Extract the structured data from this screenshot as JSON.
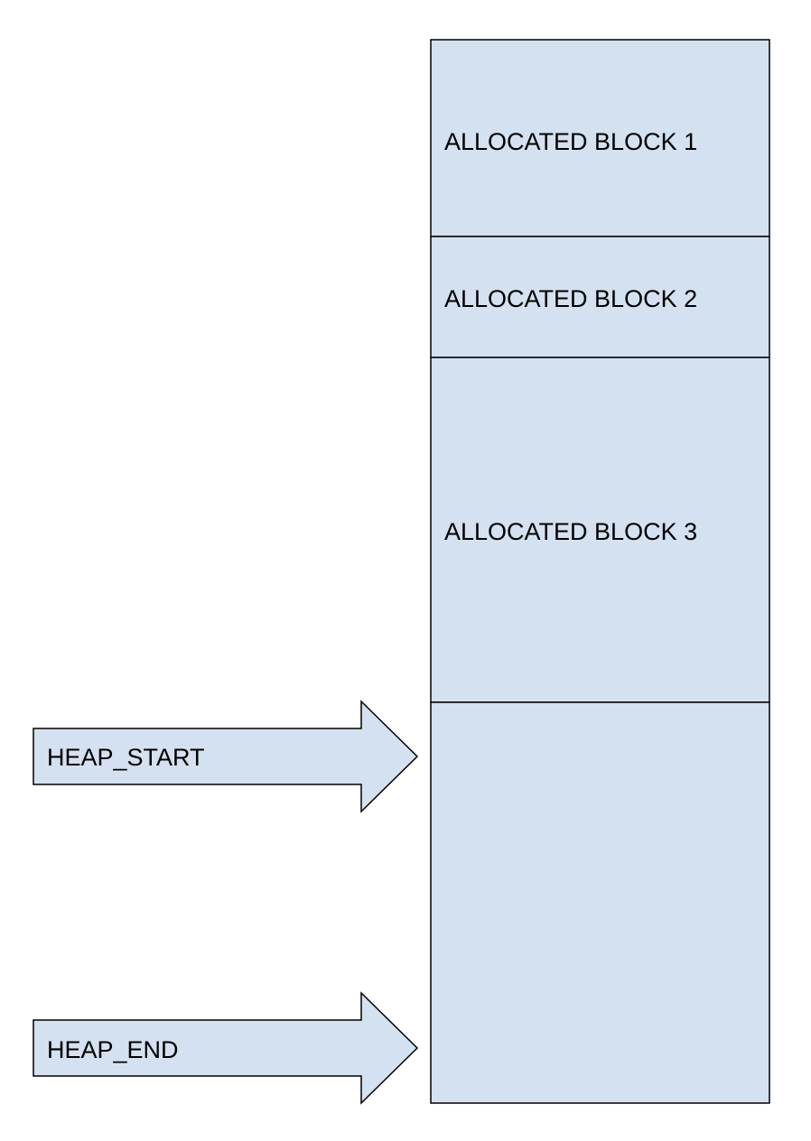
{
  "memory_column": {
    "blocks": [
      {
        "label": "ALLOCATED BLOCK 1"
      },
      {
        "label": "ALLOCATED BLOCK 2"
      },
      {
        "label": "ALLOCATED BLOCK 3"
      },
      {
        "label": ""
      }
    ]
  },
  "pointers": [
    {
      "label": "HEAP_START"
    },
    {
      "label": "HEAP_END"
    }
  ],
  "colors": {
    "block_fill": "#d4e1f0",
    "stroke": "#000000"
  }
}
